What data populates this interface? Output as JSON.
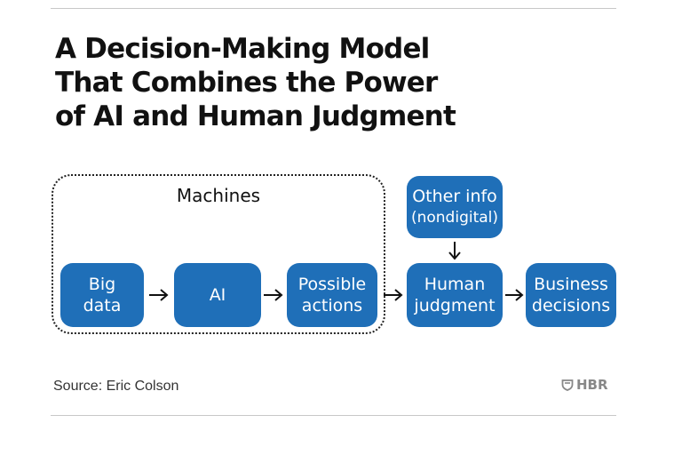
{
  "title": {
    "lines": [
      "A Decision-Making Model",
      "That Combines the Power",
      "of AI and Human Judgment"
    ]
  },
  "diagram": {
    "group_label": "Machines",
    "nodes": {
      "big_data": [
        "Big",
        "data"
      ],
      "ai": [
        "AI"
      ],
      "possible_actions": [
        "Possible",
        "actions"
      ],
      "other_info": [
        "Other info",
        "(nondigital)"
      ],
      "human_judgment": [
        "Human",
        "judgment"
      ],
      "business_decisions": [
        "Business",
        "decisions"
      ]
    },
    "node_color": "#1f6fb8"
  },
  "source": "Source: Eric Colson",
  "logo": {
    "text": "HBR"
  }
}
